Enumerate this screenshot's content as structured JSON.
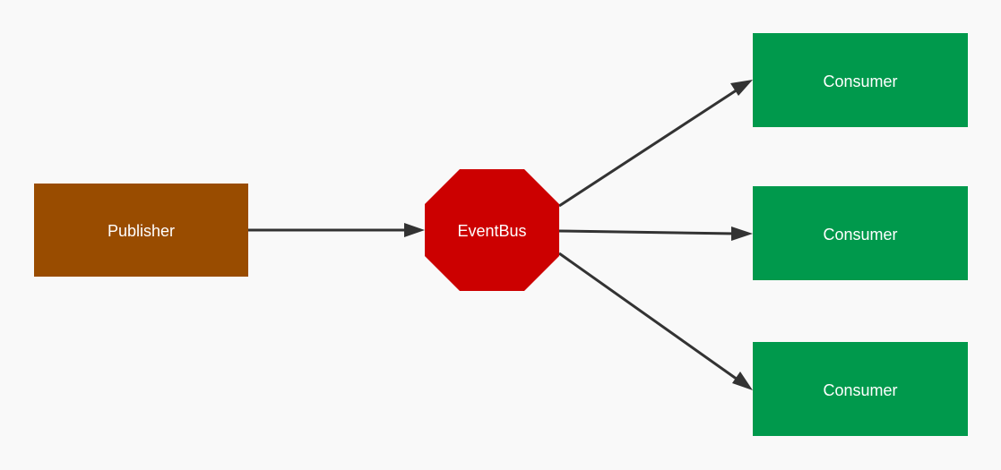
{
  "nodes": {
    "publisher": {
      "label": "Publisher",
      "color": "#994c00",
      "shape": "rectangle"
    },
    "eventbus": {
      "label": "EventBus",
      "color": "#cc0000",
      "shape": "octagon"
    },
    "consumer_1": {
      "label": "Consumer",
      "color": "#00994c",
      "shape": "rectangle"
    },
    "consumer_2": {
      "label": "Consumer",
      "color": "#00994c",
      "shape": "rectangle"
    },
    "consumer_3": {
      "label": "Consumer",
      "color": "#00994c",
      "shape": "rectangle"
    }
  },
  "edges": [
    {
      "from": "publisher",
      "to": "eventbus"
    },
    {
      "from": "eventbus",
      "to": "consumer_1"
    },
    {
      "from": "eventbus",
      "to": "consumer_2"
    },
    {
      "from": "eventbus",
      "to": "consumer_3"
    }
  ],
  "colors": {
    "background": "#f9f9f9",
    "edge": "#333333",
    "label_text": "#ffffff"
  }
}
